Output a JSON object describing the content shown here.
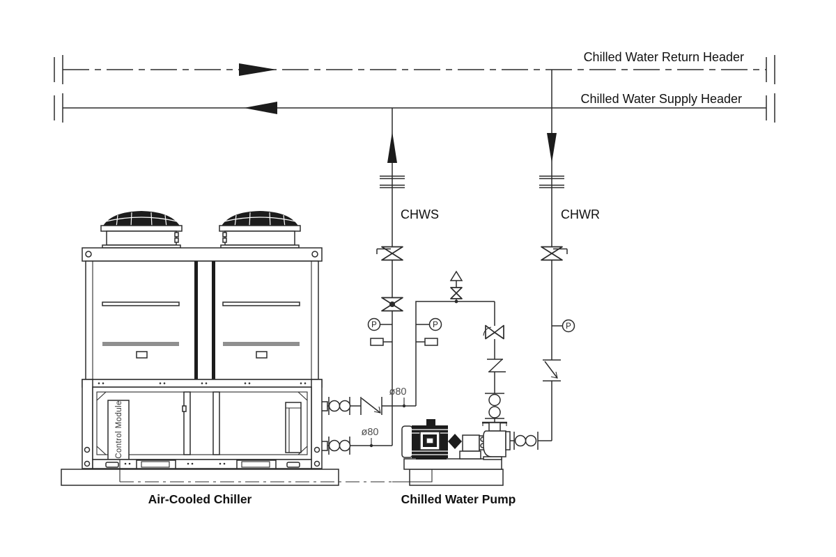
{
  "page": {
    "background_color": "#ffffff",
    "line_color": "#2b2b2b"
  },
  "headers": {
    "return": {
      "label": "Chilled Water Return Header",
      "line_style": "dash-dot",
      "flow_direction": "right"
    },
    "supply": {
      "label": "Chilled Water Supply Header",
      "line_style": "solid",
      "flow_direction": "left"
    }
  },
  "risers": {
    "chws": {
      "label": "CHWS",
      "flow_direction": "up"
    },
    "chwr": {
      "label": "CHWR",
      "flow_direction": "down"
    }
  },
  "annotations": {
    "pipe_size_chiller_inlet": "ø80",
    "pipe_size_chiller_outlet": "ø80",
    "pressure_gauge_letter": "P"
  },
  "equipment": {
    "chiller": {
      "label": "Air-Cooled Chiller",
      "control_module_label": "Control Module"
    },
    "pump": {
      "label": "Chilled Water Pump"
    }
  }
}
